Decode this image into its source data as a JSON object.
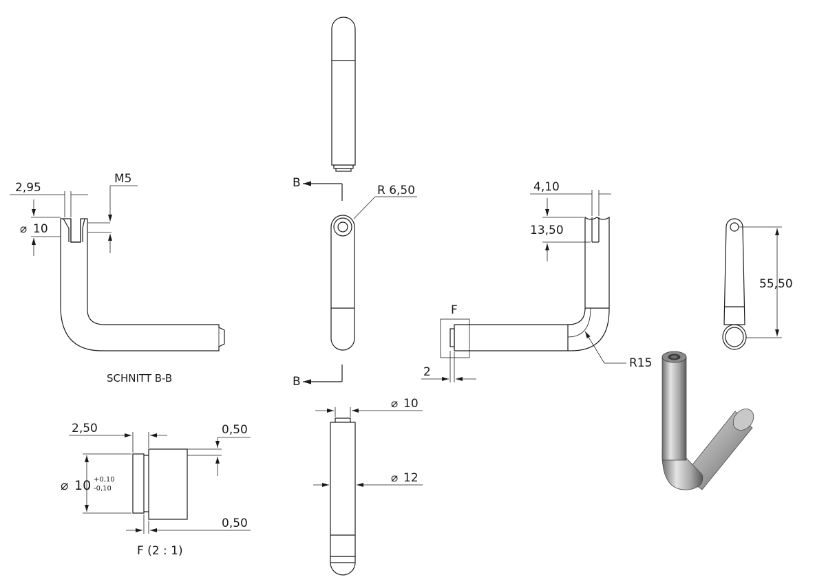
{
  "labels": {
    "section_title": "SCHNITT B-B",
    "section_marker": "B",
    "detail_marker": "F",
    "detail_title": "F (2 : 1)"
  },
  "dimensions": {
    "section_width": "2,95",
    "section_thread": "M5",
    "section_dia_symbol": "⌀",
    "section_dia": "10",
    "top_radius": "R 6,50",
    "bottom_dia_small_symbol": "⌀",
    "bottom_dia_small": "10",
    "bottom_dia_large_symbol": "⌀",
    "bottom_dia_large": "12",
    "front_width": "4,10",
    "front_depth": "13,50",
    "front_gap": "2",
    "front_bend_radius": "R15",
    "side_length": "55,50",
    "detail_width": "2,50",
    "detail_step_top": "0,50",
    "detail_step_bottom": "0,50",
    "detail_dia_symbol": "⌀",
    "detail_dia": "10",
    "detail_tol_upper": "+0,10",
    "detail_tol_lower": "-0,10"
  },
  "colors": {
    "line": "#1a1a1a",
    "hatch": "#333333",
    "model_light": "#c8c8c8",
    "model_dark": "#6e6e6e"
  }
}
